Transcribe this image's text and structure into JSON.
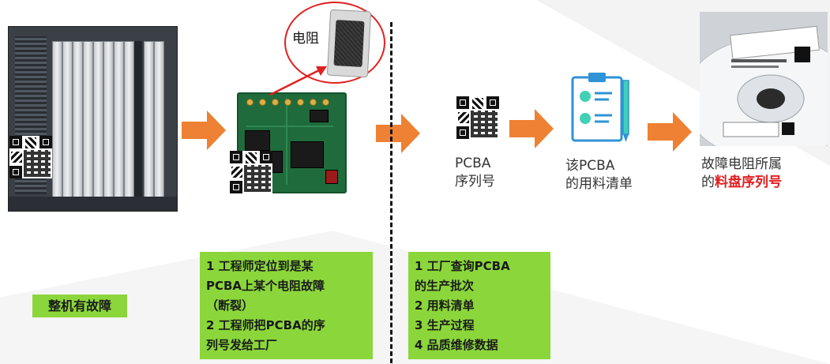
{
  "resistor_label": "电阻",
  "pcba_serial": {
    "line1": "PCBA",
    "line2": "序列号"
  },
  "bom": {
    "line1": "该PCBA",
    "line2": "的用料清单"
  },
  "reel": {
    "line1": "故障电阻所属",
    "line2_prefix": "的",
    "line2_highlight": "料盘序列号"
  },
  "box_machine": "整机有故障",
  "box_engineer": [
    "1 工程师定位到是某",
    "PCBA上某个电阻故障",
    "（断裂）",
    "2 工程师把PCBA的序",
    "列号发给工厂"
  ],
  "box_factory": [
    "1 工厂查询PCBA",
    "的生产批次",
    "2 用料清单",
    "3 生产过程",
    "4 品质维修数据"
  ],
  "colors": {
    "arrow": "#ee8133",
    "box": "#8bd63a",
    "highlight": "#e02020",
    "clipboard": "#2f93d6",
    "clipboard_accent": "#3fd0b6"
  }
}
